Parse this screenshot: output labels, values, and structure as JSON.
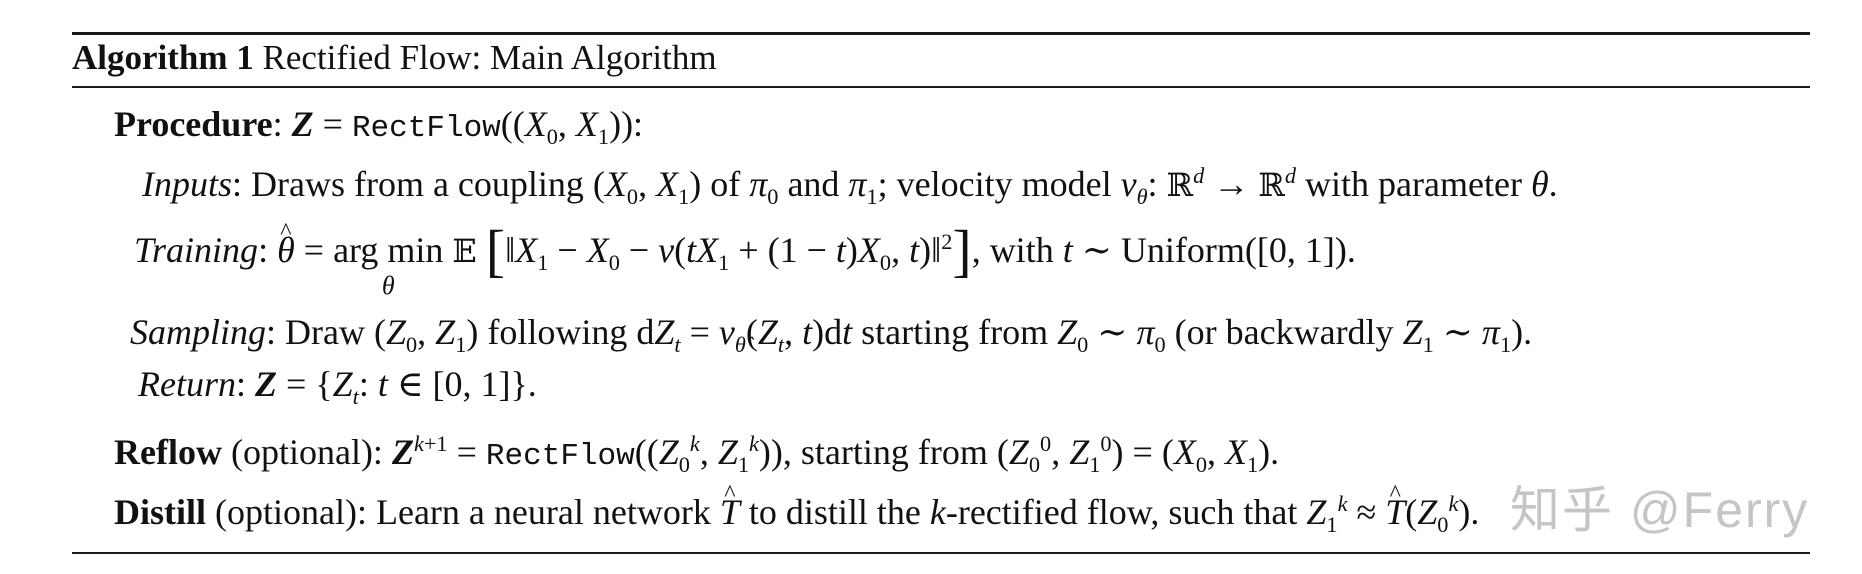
{
  "algorithm": {
    "label": "Algorithm 1",
    "title": "Rectified Flow: Main Algorithm"
  },
  "procedure": {
    "label": "Procedure",
    "call": "RectFlow"
  },
  "inputs": {
    "label": "Inputs",
    "text_a": ": Draws from a coupling ",
    "text_b": " of ",
    "text_c": " and ",
    "text_d": "; velocity model ",
    "text_e": " with parameter "
  },
  "training": {
    "label": "Training",
    "text_a": ", with ",
    "uniform": "Uniform([0, 1])."
  },
  "sampling": {
    "label": "Sampling",
    "text_a": ": Draw ",
    "text_b": " following ",
    "text_c": " starting from ",
    "text_d": " (or backwardly "
  },
  "return": {
    "label": "Return"
  },
  "reflow": {
    "label": "Reflow",
    "optional": " (optional): ",
    "call": "RectFlow",
    "text_a": ", starting from "
  },
  "distill": {
    "label": "Distill",
    "optional": " (optional): ",
    "text_a": "Learn a neural network ",
    "text_b": " to distill the ",
    "text_c": "-rectified flow, such that "
  },
  "watermark": "知乎 @Ferry"
}
